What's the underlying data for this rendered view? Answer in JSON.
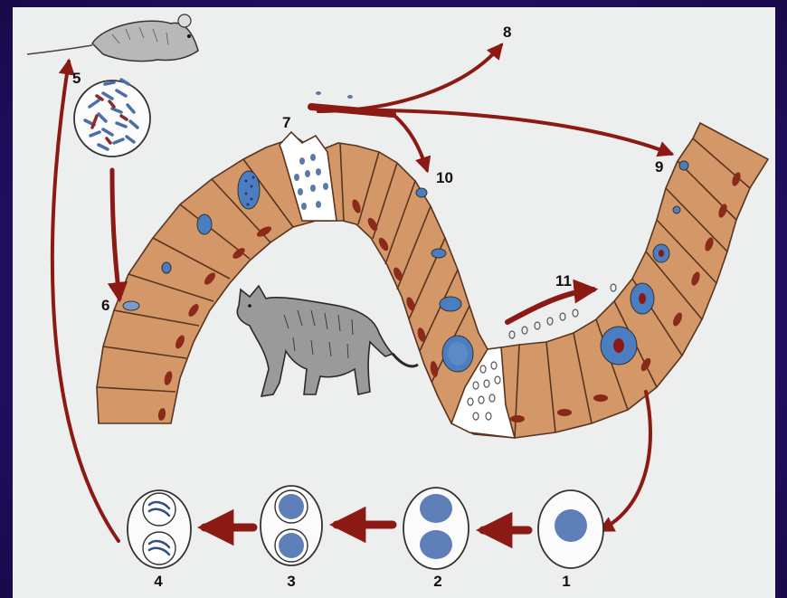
{
  "diagram": {
    "labels": {
      "n1": "1",
      "n2": "2",
      "n3": "3",
      "n4": "4",
      "n5": "5",
      "n6": "6",
      "n7": "7",
      "n8": "8",
      "n9": "9",
      "n10": "10",
      "n11": "11"
    },
    "colors": {
      "background": "#24106a",
      "panel": "#ecefee",
      "cell_fill": "#d49868",
      "cell_outline": "#5a3420",
      "nucleus": "#4a7ec0",
      "arrow": "#8c1a14"
    },
    "icons": {
      "host_mouse": "mouse-icon",
      "host_cat": "cat-icon"
    }
  }
}
